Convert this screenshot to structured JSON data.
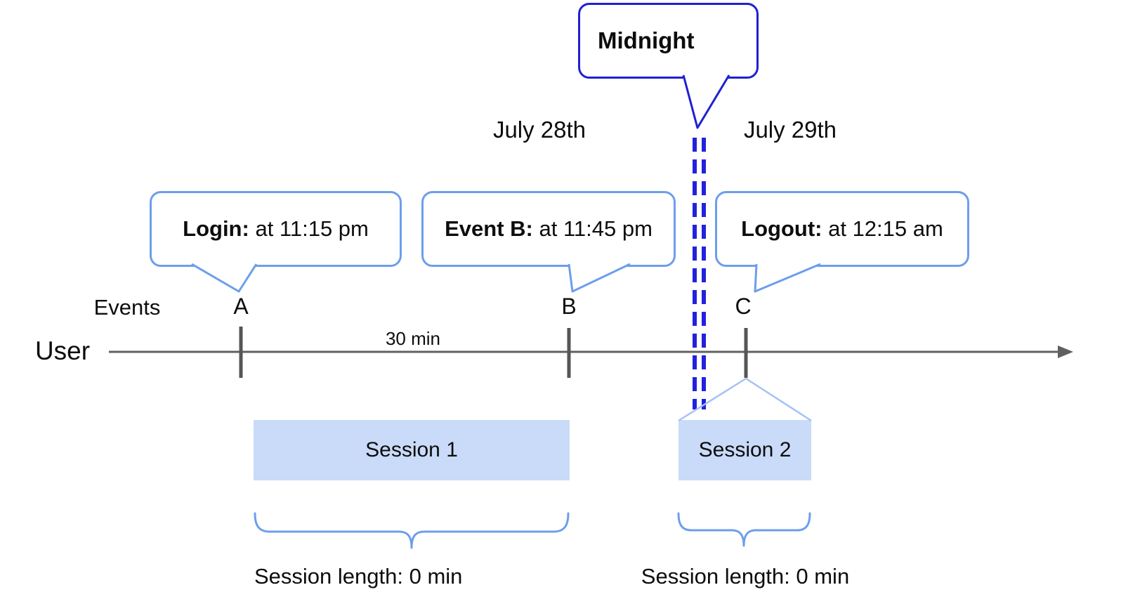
{
  "midnight_callout": {
    "label": "Midnight"
  },
  "dates": {
    "before": "July 28th",
    "after": "July 29th"
  },
  "callouts": [
    {
      "id": "login",
      "bold": "Login:",
      "rest": " at 11:15 pm"
    },
    {
      "id": "event-b",
      "bold": "Event B:",
      "rest": " at 11:45 pm"
    },
    {
      "id": "logout",
      "bold": "Logout:",
      "rest": " at 12:15 am"
    }
  ],
  "timeline": {
    "events_row_label": "Events",
    "user_row_label": "User",
    "interval_label": "30 min",
    "marks": [
      "A",
      "B",
      "C"
    ]
  },
  "sessions": [
    {
      "label": "Session 1",
      "length_label": "Session length: 0 min"
    },
    {
      "label": "Session 2",
      "length_label": "Session length: 0 min"
    }
  ],
  "colors": {
    "dark_blue": "#2020d2",
    "dash_blue": "#2222dd",
    "callout_blue": "#6d9eeb",
    "session_fill": "#c9dbf8",
    "flare_blue": "#a4c2f4",
    "axis_gray": "#606060",
    "tick_gray": "#555555"
  }
}
